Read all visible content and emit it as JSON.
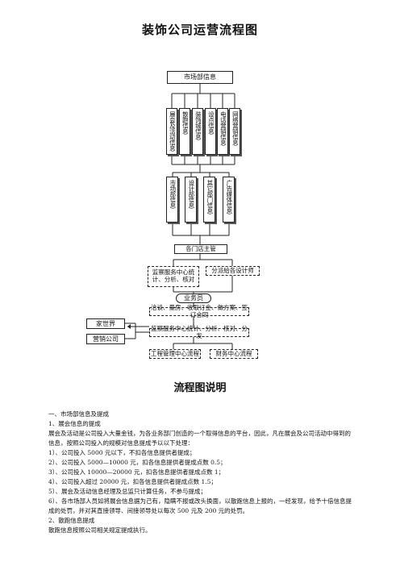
{
  "title": "装饰公司运营流程图",
  "flow": {
    "market_info": "市场部信息",
    "sources_top": [
      "展会及活动信息",
      "散跑信息",
      "装饰城信息",
      "设点信息",
      "电话营销信息",
      "网络营销信息"
    ],
    "sources_bottom": [
      "市场部信息",
      "设计部信息",
      "其它部门信息",
      "广告媒体信息"
    ],
    "store_manager": "各门店主管",
    "monitor_center": "监察服务中心统计、分析、核对",
    "assign_designer": "分派給各设计师",
    "salesman": "业务员",
    "process_steps": "洽谈、量房、收取订金、做方案、签订合同",
    "supervise_center": "监察服务中心统计、分析、核对、分发",
    "jiashijie": "家世界",
    "marketing_company": "营销公司",
    "engineering_flow": "工程管理中心流程",
    "finance_flow": "财务中心流程"
  },
  "explain": {
    "heading": "流程图说明",
    "lines": [
      "一、市场部信息及提成",
      "1、展会信息的提成",
      "展会及活动是公司投入大量金钱，为各业务部门创造的一个取得信息的平台，因此，凡在展会及公司活动中得到的信息，按照公司投入的规模对信息提成予以以下处理：",
      "1）、公司投入 5000 元以下，不扣各信息提供者提成；",
      "2）、公司投入 5000—10000 元，扣各信息提供者提成点数 0.5；",
      "3）、公司投入 10000—20000 元，扣各信息提供者提成点数 1；",
      "4）、公司投入超过 20000 元，扣各信息提供者提成点数 1.5；",
      "5）、展会及活动信息经理及总监只计算任务，不参与提成；",
      "6）、各市场部人员如将展会信息据为己有，隐瞒不报或改头换面，以散跑信息上报的，一经发现，给予十倍信息提成的处罚，并对其直接领导、间接领导处以每次 500 元及 200 元的处罚。",
      "2、散跑信息提成",
      "散跑信息按照公司相关规定提成执行。"
    ]
  }
}
